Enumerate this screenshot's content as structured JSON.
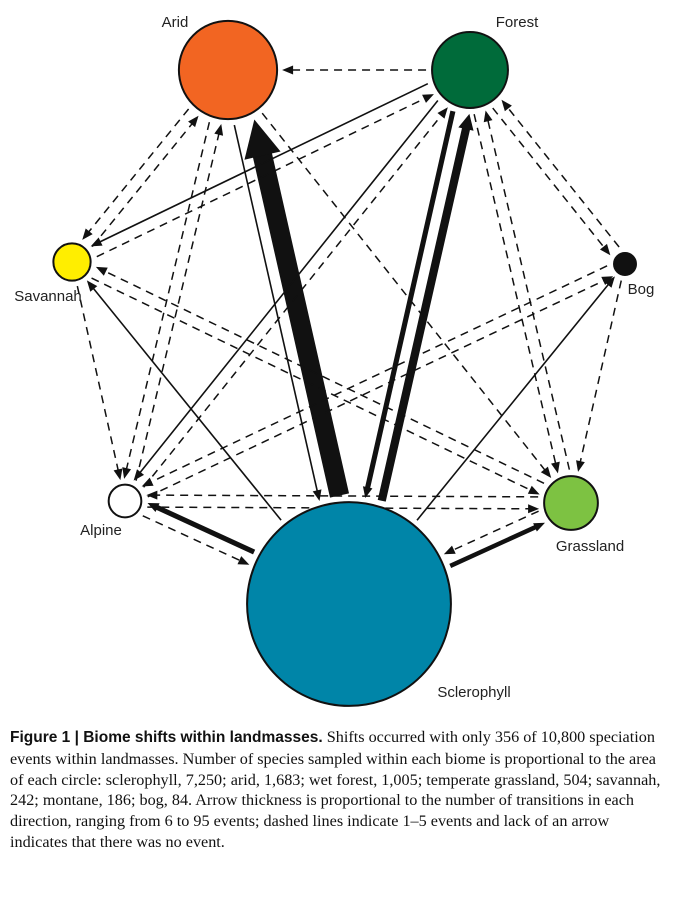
{
  "nodes": [
    {
      "id": "arid",
      "label": "Arid",
      "species": 1683,
      "color": "#f26522"
    },
    {
      "id": "forest",
      "label": "Forest",
      "species": 1005,
      "color": "#006b3a"
    },
    {
      "id": "savannah",
      "label": "Savannah",
      "species": 242,
      "color": "#ffee00"
    },
    {
      "id": "bog",
      "label": "Bog",
      "species": 84,
      "color": "#111111"
    },
    {
      "id": "alpine",
      "label": "Alpine",
      "species": 186,
      "color": "#ffffff"
    },
    {
      "id": "grassland",
      "label": "Grassland",
      "species": 504,
      "color": "#7dc242"
    },
    {
      "id": "sclerophyll",
      "label": "Sclerophyll",
      "species": 7250,
      "color": "#0085a8"
    }
  ],
  "edges": [
    {
      "from": "sclerophyll",
      "to": "arid",
      "style": "solid",
      "weight": 95
    },
    {
      "from": "arid",
      "to": "sclerophyll",
      "style": "solid",
      "weight": 6
    },
    {
      "from": "sclerophyll",
      "to": "forest",
      "style": "solid",
      "weight": 40
    },
    {
      "from": "forest",
      "to": "sclerophyll",
      "style": "solid",
      "weight": 25
    },
    {
      "from": "sclerophyll",
      "to": "alpine",
      "style": "solid",
      "weight": 25
    },
    {
      "from": "alpine",
      "to": "sclerophyll",
      "style": "dashed",
      "weight": 3
    },
    {
      "from": "sclerophyll",
      "to": "grassland",
      "style": "solid",
      "weight": 22
    },
    {
      "from": "grassland",
      "to": "sclerophyll",
      "style": "dashed",
      "weight": 3
    },
    {
      "from": "sclerophyll",
      "to": "savannah",
      "style": "solid",
      "weight": 6
    },
    {
      "from": "sclerophyll",
      "to": "bog",
      "style": "solid",
      "weight": 6
    },
    {
      "from": "forest",
      "to": "savannah",
      "style": "solid",
      "weight": 6
    },
    {
      "from": "forest",
      "to": "alpine",
      "style": "solid",
      "weight": 6
    },
    {
      "from": "forest",
      "to": "arid",
      "style": "dashed",
      "weight": 3
    },
    {
      "from": "forest",
      "to": "bog",
      "style": "dashed",
      "weight": 3
    },
    {
      "from": "bog",
      "to": "forest",
      "style": "dashed",
      "weight": 3
    },
    {
      "from": "forest",
      "to": "grassland",
      "style": "dashed",
      "weight": 3
    },
    {
      "from": "grassland",
      "to": "forest",
      "style": "dashed",
      "weight": 3
    },
    {
      "from": "arid",
      "to": "savannah",
      "style": "dashed",
      "weight": 3
    },
    {
      "from": "savannah",
      "to": "arid",
      "style": "dashed",
      "weight": 3
    },
    {
      "from": "arid",
      "to": "alpine",
      "style": "dashed",
      "weight": 3
    },
    {
      "from": "alpine",
      "to": "arid",
      "style": "dashed",
      "weight": 3
    },
    {
      "from": "arid",
      "to": "grassland",
      "style": "dashed",
      "weight": 3
    },
    {
      "from": "savannah",
      "to": "forest",
      "style": "dashed",
      "weight": 3
    },
    {
      "from": "savannah",
      "to": "alpine",
      "style": "dashed",
      "weight": 3
    },
    {
      "from": "savannah",
      "to": "grassland",
      "style": "dashed",
      "weight": 3
    },
    {
      "from": "grassland",
      "to": "savannah",
      "style": "dashed",
      "weight": 3
    },
    {
      "from": "grassland",
      "to": "alpine",
      "style": "dashed",
      "weight": 3
    },
    {
      "from": "alpine",
      "to": "forest",
      "style": "dashed",
      "weight": 3
    },
    {
      "from": "alpine",
      "to": "bog",
      "style": "dashed",
      "weight": 3
    },
    {
      "from": "alpine",
      "to": "grassland",
      "style": "dashed",
      "weight": 3
    },
    {
      "from": "bog",
      "to": "alpine",
      "style": "dashed",
      "weight": 3
    },
    {
      "from": "bog",
      "to": "grassland",
      "style": "dashed",
      "weight": 3
    }
  ],
  "caption": {
    "figure_label": "Figure 1 | Biome shifts within landmasses.",
    "text": "Shifts occurred with only 356 of 10,800 speciation events within landmasses. Number of species sampled within each biome is proportional to the area of each circle: sclerophyll, 7,250; arid, 1,683; wet forest, 1,005; temperate grassland, 504; savannah, 242; montane, 186; bog, 84. Arrow thickness is proportional to the number of transitions in each direction, ranging from 6 to 95 events; dashed lines indicate 1–5 events and lack of an arrow indicates that there was no event."
  }
}
